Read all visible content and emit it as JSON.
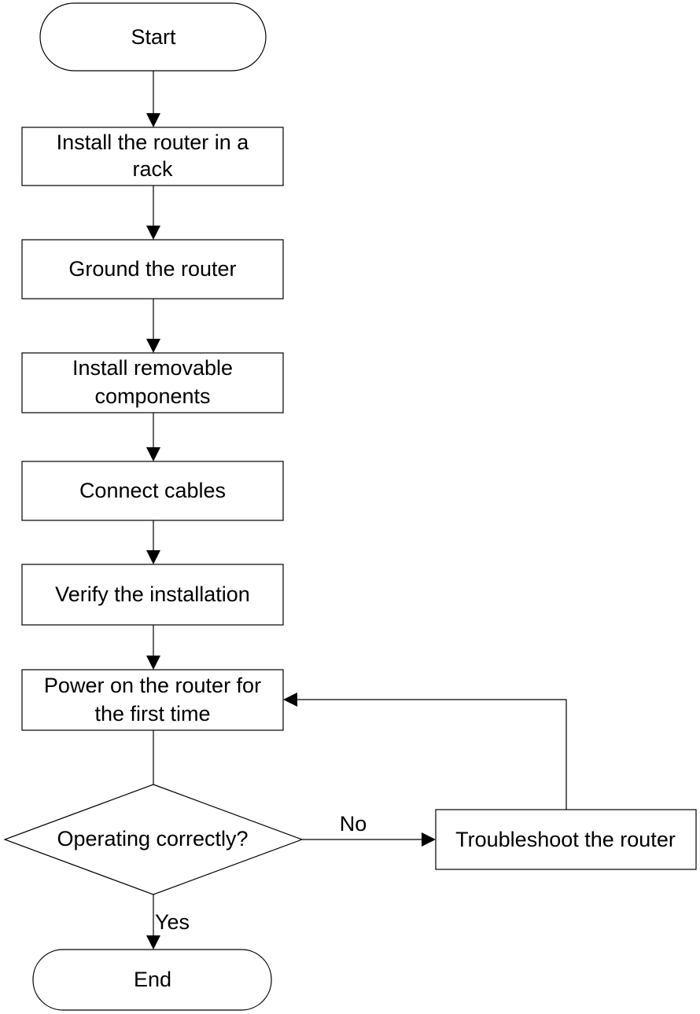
{
  "nodes": {
    "start": "Start",
    "install_rack": [
      "Install the router in a",
      "rack"
    ],
    "ground": "Ground the router",
    "install_components": [
      "Install removable",
      "components"
    ],
    "connect_cables": "Connect cables",
    "verify": "Verify the installation",
    "power_on": [
      "Power on the router for",
      "the first time"
    ],
    "decision": "Operating correctly?",
    "troubleshoot": "Troubleshoot the router",
    "end": "End"
  },
  "edges": {
    "no_label": "No",
    "yes_label": "Yes"
  }
}
